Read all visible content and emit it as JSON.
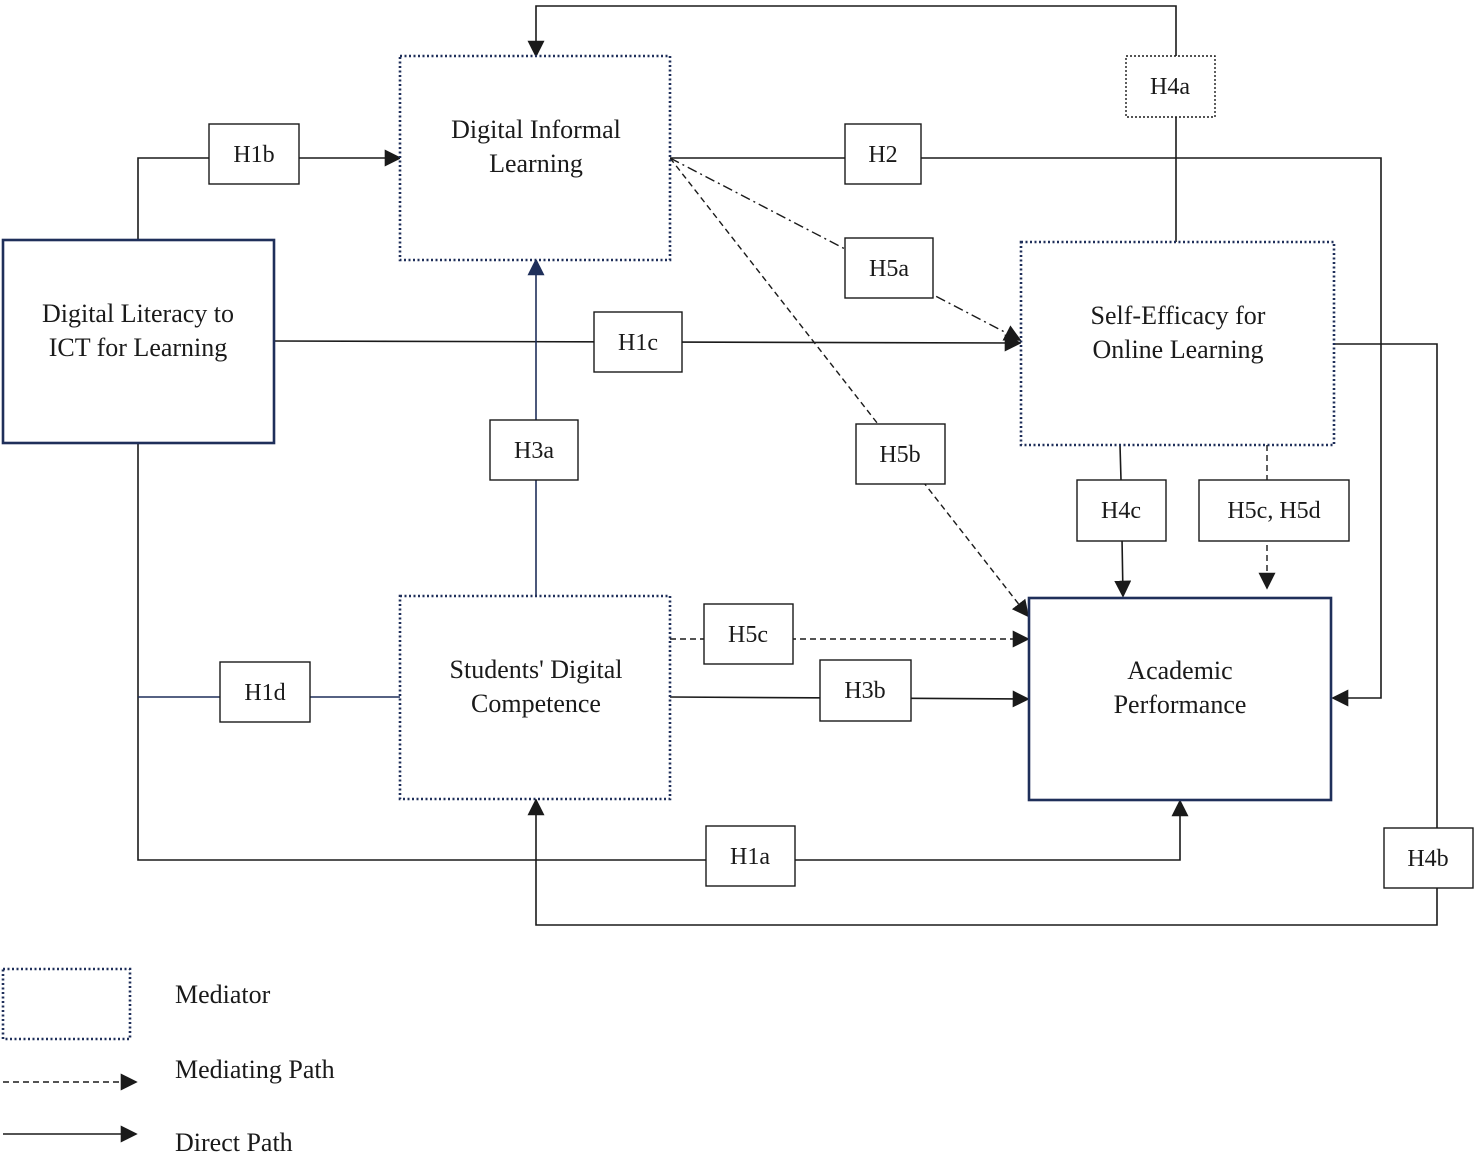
{
  "nodes": {
    "dl": {
      "lines": [
        "Digital Literacy to",
        "ICT for Learning"
      ]
    },
    "dil": {
      "lines": [
        "Digital Informal",
        "Learning"
      ]
    },
    "se": {
      "lines": [
        "Self-Efficacy for",
        "Online Learning"
      ]
    },
    "sdc": {
      "lines": [
        "Students' Digital",
        "Competence"
      ]
    },
    "ap": {
      "lines": [
        "Academic",
        "Performance"
      ]
    }
  },
  "paths": {
    "h1a": "H1a",
    "h1b": "H1b",
    "h1c": "H1c",
    "h1d": "H1d",
    "h2": "H2",
    "h3a": "H3a",
    "h3b": "H3b",
    "h4a": "H4a",
    "h4b": "H4b",
    "h4c": "H4c",
    "h5a": "H5a",
    "h5b": "H5b",
    "h5c": "H5c",
    "h5cd": "H5c, H5d"
  },
  "legend": {
    "mediator": "Mediator",
    "mediating_path": "Mediating Path",
    "direct_path": "Direct Path"
  },
  "colors": {
    "line": "#1a1a1a",
    "navy": "#1f2f5a"
  }
}
